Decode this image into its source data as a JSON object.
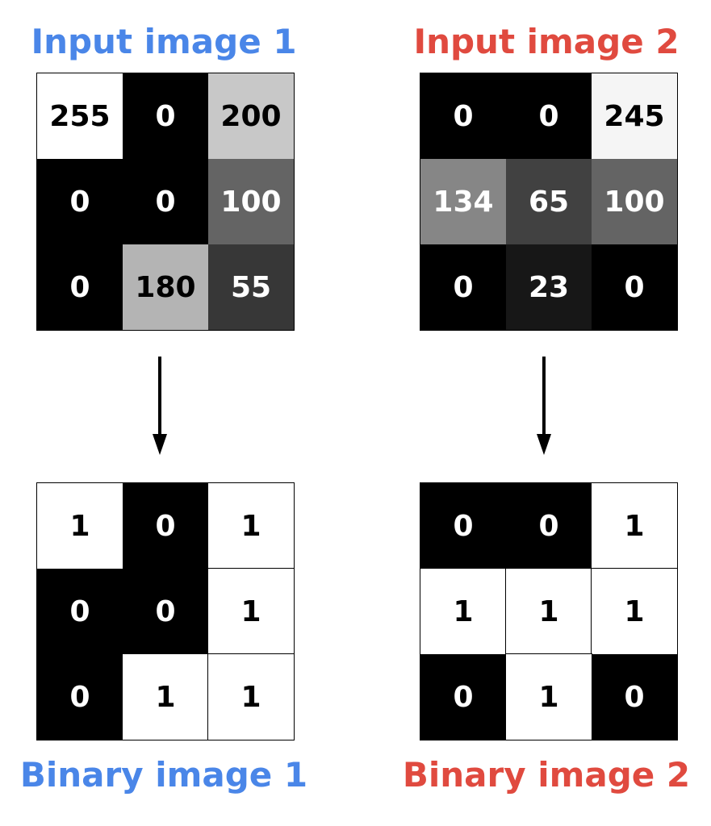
{
  "colors": {
    "blue": "#4a86e8",
    "red": "#e04a3f"
  },
  "input1": {
    "title": "Input image 1",
    "values": [
      [
        255,
        0,
        200
      ],
      [
        0,
        0,
        100
      ],
      [
        0,
        180,
        55
      ]
    ]
  },
  "input2": {
    "title": "Input image 2",
    "values": [
      [
        0,
        0,
        245
      ],
      [
        134,
        65,
        100
      ],
      [
        0,
        23,
        0
      ]
    ]
  },
  "binary1": {
    "title": "Binary image 1",
    "values": [
      [
        1,
        0,
        1
      ],
      [
        0,
        0,
        1
      ],
      [
        0,
        1,
        1
      ]
    ]
  },
  "binary2": {
    "title": "Binary image 2",
    "values": [
      [
        0,
        0,
        1
      ],
      [
        1,
        1,
        1
      ],
      [
        0,
        1,
        0
      ]
    ]
  }
}
